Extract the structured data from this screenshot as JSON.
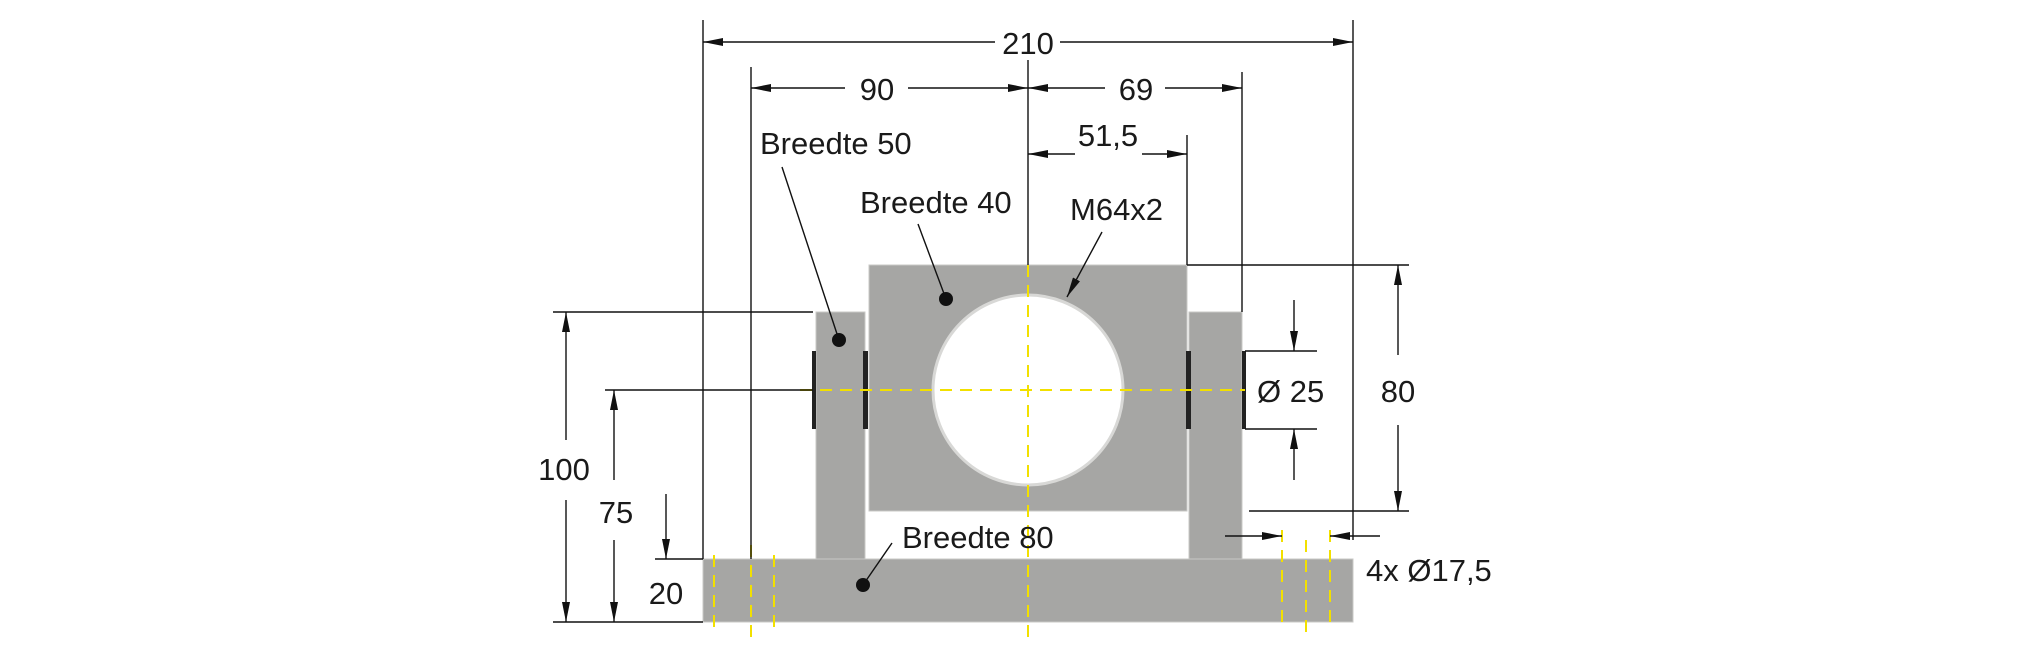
{
  "dimensions": {
    "overall_width": "210",
    "left_offset": "90",
    "right_offset": "69",
    "block_half": "51,5",
    "total_height": "100",
    "axis_height": "75",
    "base_height": "20",
    "block_height": "80",
    "pin_diameter": "Ø 25",
    "holes": "4x Ø17,5"
  },
  "labels": {
    "upright_width": "Breedte 50",
    "block_width": "Breedte 40",
    "thread": "M64x2",
    "base_width": "Breedte 80"
  },
  "colors": {
    "part": "#a6a6a4",
    "centerline": "#f2e000",
    "line": "#111111"
  }
}
